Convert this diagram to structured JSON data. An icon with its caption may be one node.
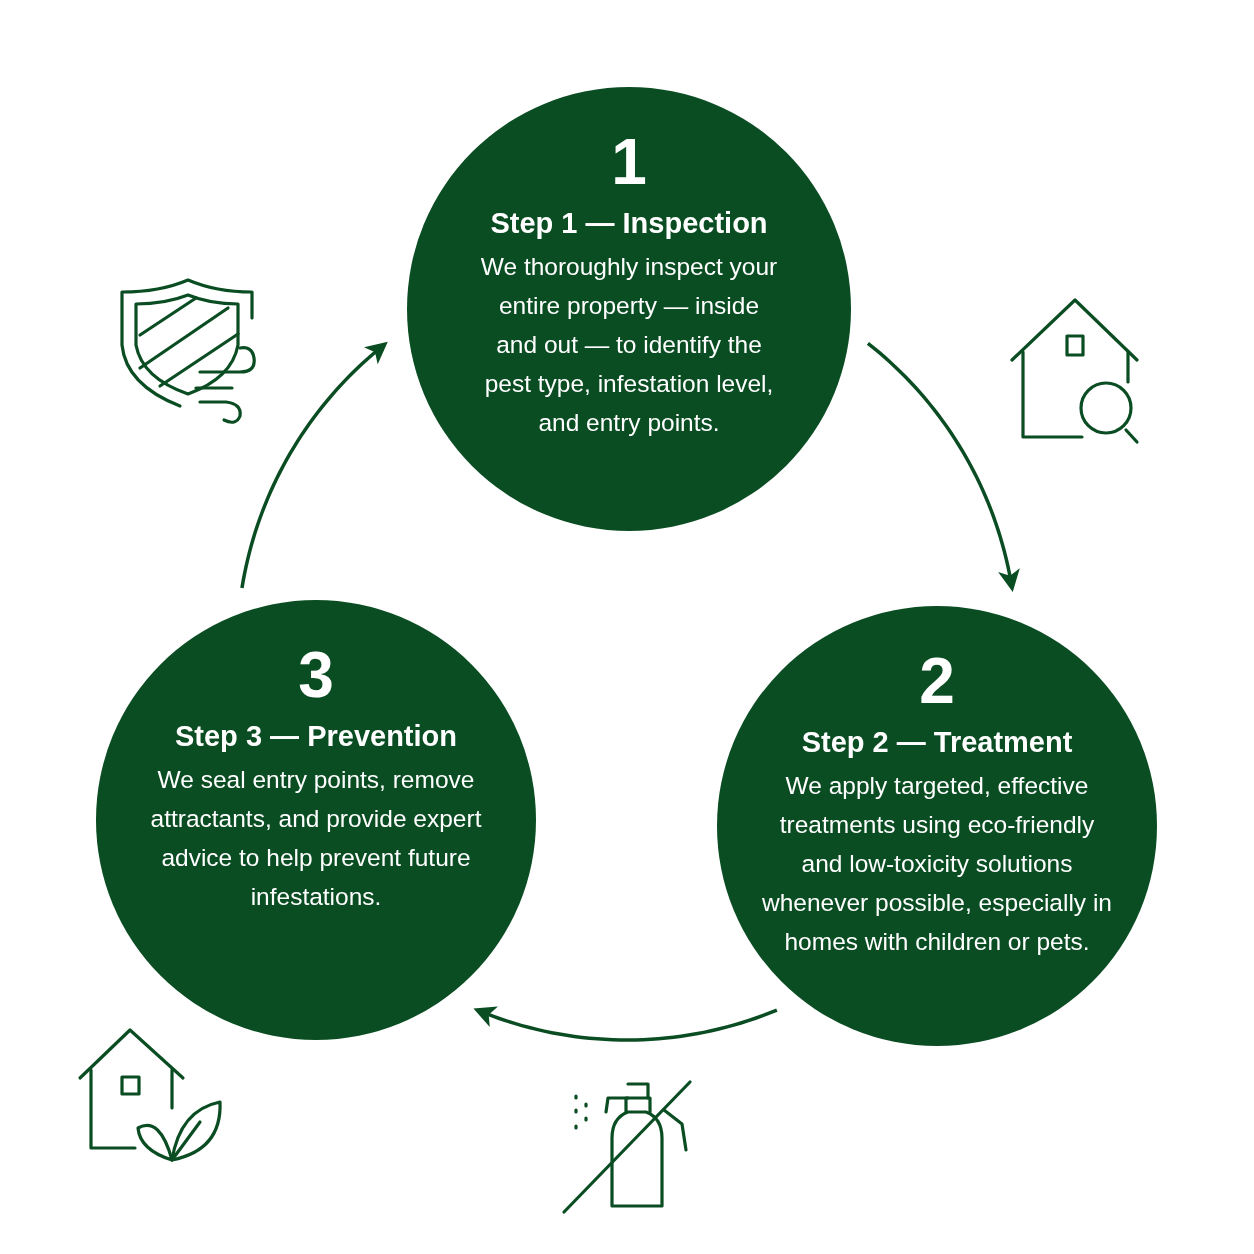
{
  "diagram": {
    "nodes": [
      {
        "text": [
          "1",
          "Step 1 — Inspection",
          "We thoroughly inspect your entire property — inside and out — to identify the pest type, infestation level, and entry points."
        ]
      },
      {
        "text": [
          "2",
          "Step 2 — Treatment",
          "We apply targeted, effective treatments using eco-friendly and low-toxicity solutions whenever possible, especially in homes with children or pets."
        ]
      },
      {
        "text": [
          "3",
          "Step 3 — Prevention",
          "We seal entry points, remove attractants, and provide expert advice to help prevent future infestations."
        ]
      }
    ],
    "edges": [
      {
        "from": 0,
        "to": 1,
        "arrow": "to"
      },
      {
        "from": 1,
        "to": 2,
        "arrow": "to"
      },
      {
        "from": 2,
        "to": 0,
        "arrow": "to"
      }
    ]
  }
}
